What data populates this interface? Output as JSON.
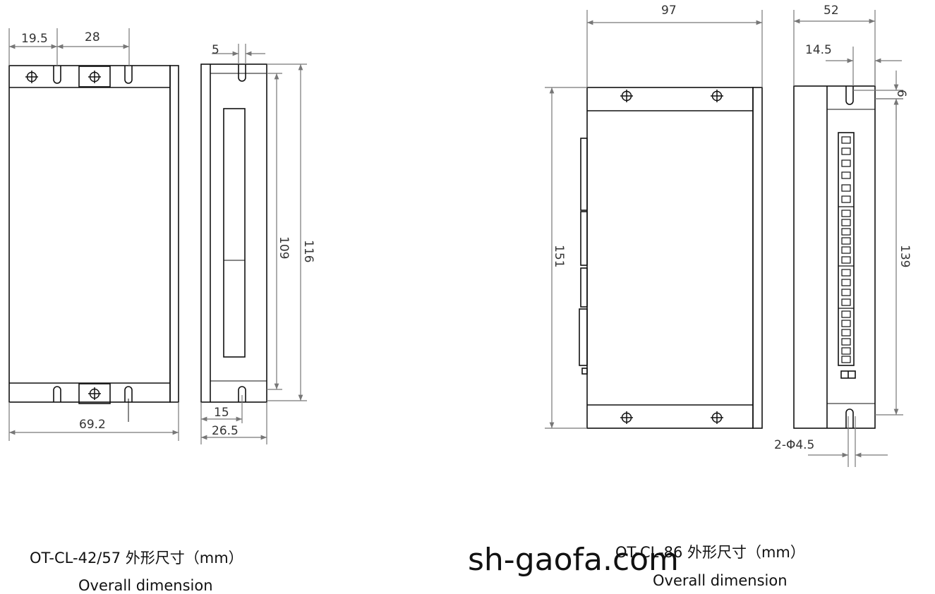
{
  "left_drawing": {
    "dims": {
      "top_a": "19.5",
      "top_b": "28",
      "slot_width": "5",
      "inner_height": "109",
      "outer_height": "116",
      "hole_offset": "15",
      "depth": "26.5",
      "width": "69.2"
    },
    "caption": "OT-CL-42/57 外形尺寸（mm）",
    "subcaption": "Overall dimension"
  },
  "right_drawing": {
    "dims": {
      "width": "97",
      "depth": "52",
      "slot_offset": "14.5",
      "slot_top": "6",
      "height": "151",
      "hole_pitch": "139",
      "holes": "2-Φ4.5"
    },
    "caption": "OT-CL-86 外形尺寸（mm）",
    "subcaption": "Overall dimension"
  },
  "watermark": "sh-gaofa.com"
}
